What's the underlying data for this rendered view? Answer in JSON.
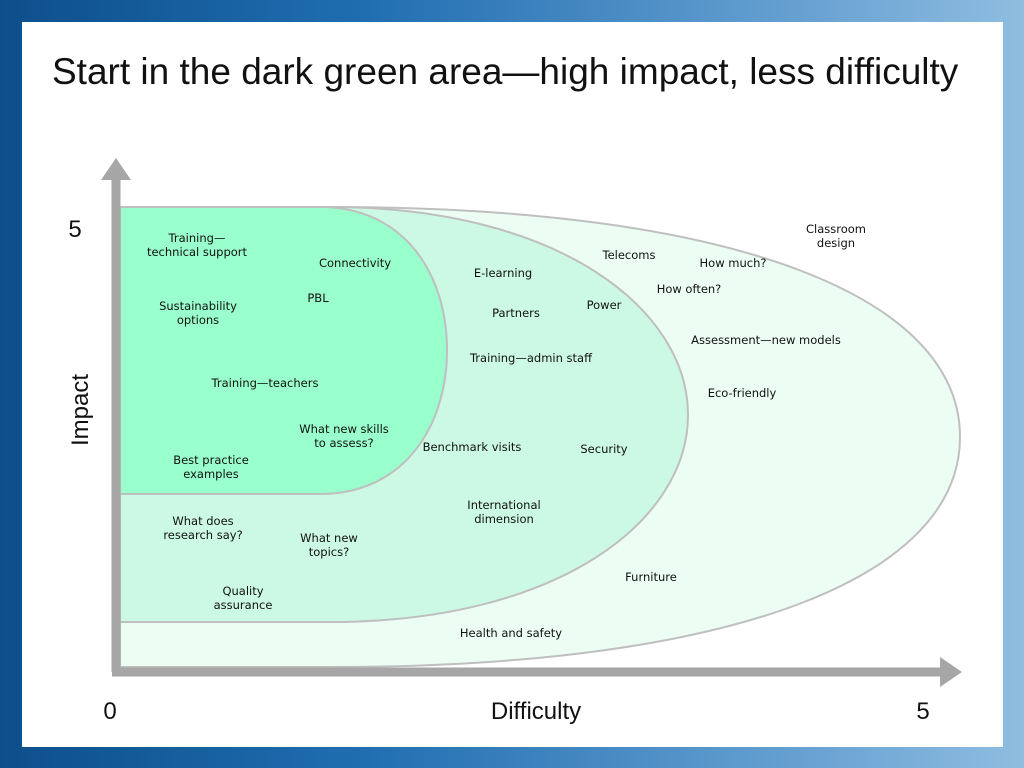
{
  "title": "Start in the dark green area—high impact, less difficulty",
  "axes": {
    "y_label": "Impact",
    "x_label": "Difficulty",
    "y_max_tick": "5",
    "x_origin_tick": "0",
    "x_max_tick": "5"
  },
  "zones": {
    "dark_fill": "#99ffcc",
    "mid_fill": "#ccf9e4",
    "light_fill": "#ecfdf4",
    "border": "#bfbfbf",
    "axis_color": "#a6a6a6"
  },
  "items": {
    "training_technical_support": [
      "Training—",
      "technical support"
    ],
    "connectivity": [
      "Connectivity"
    ],
    "pbl": [
      "PBL"
    ],
    "sustainability_options": [
      "Sustainability",
      "options"
    ],
    "training_teachers": [
      "Training—teachers"
    ],
    "what_new_skills": [
      "What new skills",
      "to assess?"
    ],
    "best_practice_examples": [
      "Best practice",
      "examples"
    ],
    "e_learning": [
      "E-learning"
    ],
    "partners": [
      "Partners"
    ],
    "power": [
      "Power"
    ],
    "training_admin_staff": [
      "Training—admin staff"
    ],
    "benchmark_visits": [
      "Benchmark visits"
    ],
    "security": [
      "Security"
    ],
    "international_dimension": [
      "International",
      "dimension"
    ],
    "what_does_research_say": [
      "What does",
      "research say?"
    ],
    "what_new_topics": [
      "What new",
      "topics?"
    ],
    "quality_assurance": [
      "Quality",
      "assurance"
    ],
    "telecoms": [
      "Telecoms"
    ],
    "how_much": [
      "How much?"
    ],
    "how_often": [
      "How often?"
    ],
    "classroom_design": [
      "Classroom",
      "design"
    ],
    "assessment_new_models": [
      "Assessment—new models"
    ],
    "eco_friendly": [
      "Eco-friendly"
    ],
    "furniture": [
      "Furniture"
    ],
    "health_and_safety": [
      "Health and safety"
    ]
  }
}
